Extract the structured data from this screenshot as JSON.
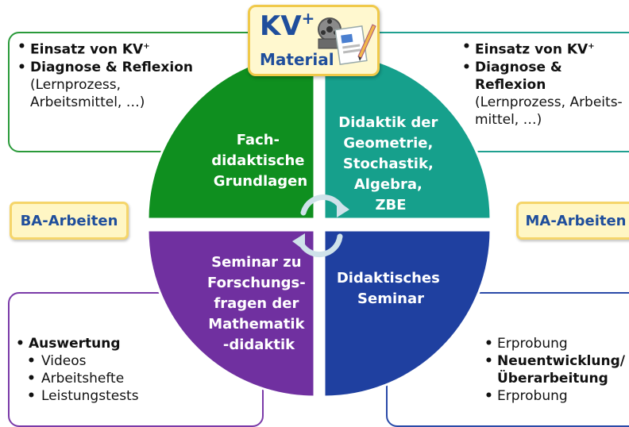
{
  "center": {
    "title": "KV",
    "title_sup": "+",
    "subtitle": "Material",
    "icon": "film-reel-and-document-icon"
  },
  "quadrants": {
    "top_left": {
      "lines": [
        "Fach-",
        "didaktische",
        "Grundlagen"
      ],
      "color": "#0f8f1f"
    },
    "top_right": {
      "lines": [
        "Didaktik der",
        "Geometrie,",
        "Stochastik,",
        "Algebra,",
        "ZBE"
      ],
      "color": "#16a08c"
    },
    "bottom_left": {
      "lines": [
        "Seminar zu",
        "Forschungs-",
        "fragen der",
        "Mathematik",
        "-didaktik"
      ],
      "color": "#7030a0"
    },
    "bottom_right": {
      "lines": [
        "Didaktisches",
        "Seminar"
      ],
      "color": "#1f40a0"
    }
  },
  "boxes": {
    "top_left": {
      "item1": "Einsatz von KV",
      "item1_sup": "+",
      "item2": "Diagnose & Reflexion",
      "item2_detail_1": "(Lernprozess,",
      "item2_detail_2": "Arbeitsmittel, …)"
    },
    "top_right": {
      "item1": "Einsatz von KV",
      "item1_sup": "+",
      "item2": "Diagnose & Reflexion",
      "item2_detail_1": "(Lernprozess, Arbeits-",
      "item2_detail_2": "mittel, …)"
    },
    "bottom_left": {
      "item1": "Auswertung",
      "sub1": "Videos",
      "sub2": "Arbeitshefte",
      "sub3": "Leistungstests"
    },
    "bottom_right": {
      "item1": "Erprobung",
      "item2_line1": "Neuentwicklung/",
      "item2_line2": "Überarbeitung",
      "item3": "Erprobung"
    }
  },
  "tags": {
    "left": "BA-Arbeiten",
    "right": "MA-Arbeiten"
  },
  "colors": {
    "green_border": "#2a9a3a",
    "teal_border": "#20a090",
    "purple_border": "#7a3aa8",
    "blue_border": "#2a4aa8",
    "tag_fill": "#fff6c4",
    "tag_border": "#f5d56a",
    "text_blue": "#1f4e9c"
  }
}
